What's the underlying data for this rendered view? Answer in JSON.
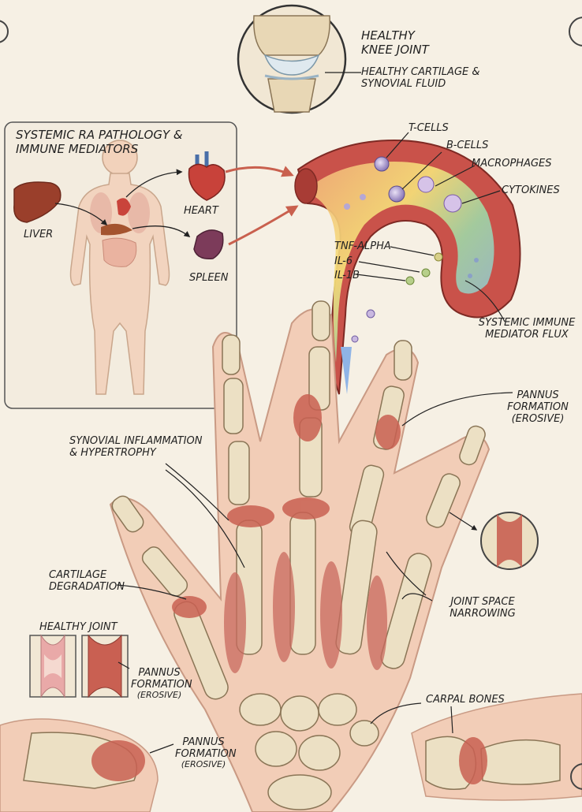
{
  "labels": {
    "healthy_knee_joint": "HEALTHY KNEE JOINT",
    "healthy_cartilage": "HEALTHY CARTILAGE & SYNOVIAL FLUID",
    "systemic_ra_title": "SYSTEMIC RA PATHOLOGY & IMMUNE MEDIATORS",
    "heart": "HEART",
    "liver": "LIVER",
    "spleen": "SPLEEN",
    "t_cells": "T-CELLS",
    "b_cells": "B-CELLS",
    "macrophages": "MACROPHAGES",
    "cytokines": "CYTOKINES",
    "tnf_alpha": "TNF-ALPHA",
    "il6": "IL-6",
    "il1b": "IL-1B",
    "systemic_flux": "SYSTEMIC IMMUNE MEDIATOR FLUX",
    "pannus_top": "PANNUS FORMATION",
    "erosive_top": "(EROSIVE)",
    "synovial_inflammation": "SYNOVIAL INFLAMMATION & HYPERTROPHY",
    "cartilage_degradation": "CARTILAGE DEGRADATION",
    "joint_space": "JOINT SPACE NARROWING",
    "healthy_joint": "HEALTHY JOINT",
    "pannus_mid": "PANNUS FORMATION",
    "erosive_mid": "(EROSIVE)",
    "carpal_bones": "CARPAL BONES",
    "pannus_bottom": "PANNUS FORMATION",
    "erosive_bottom": "(EROSIVE)"
  }
}
